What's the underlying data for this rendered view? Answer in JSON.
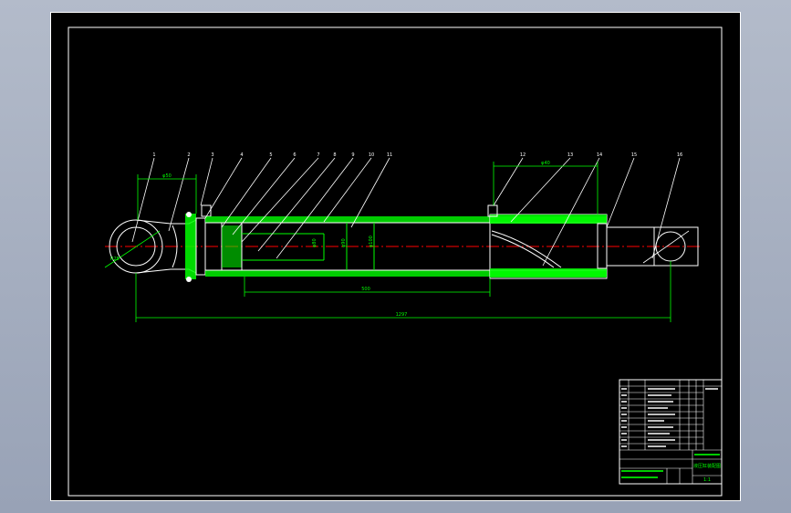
{
  "drawing": {
    "balloons": [
      "1",
      "2",
      "3",
      "4",
      "5",
      "6",
      "7",
      "8",
      "9",
      "10",
      "11",
      "12",
      "13",
      "14",
      "15",
      "16"
    ],
    "dimensions": {
      "d1": "φ50",
      "d2": "R25",
      "d3": "φ80",
      "d4": "φ90",
      "d5": "φ100",
      "d6": "500",
      "d7": "1297",
      "d8": "φ40"
    }
  },
  "title_block": {
    "drawing_title": "液压缸装配图",
    "scale": "1:1"
  },
  "colors": {
    "background": "#000000",
    "frame": "#ffffff",
    "dimension": "#00ff00",
    "centerline": "#ff0000",
    "hatch": "#00ff00"
  }
}
